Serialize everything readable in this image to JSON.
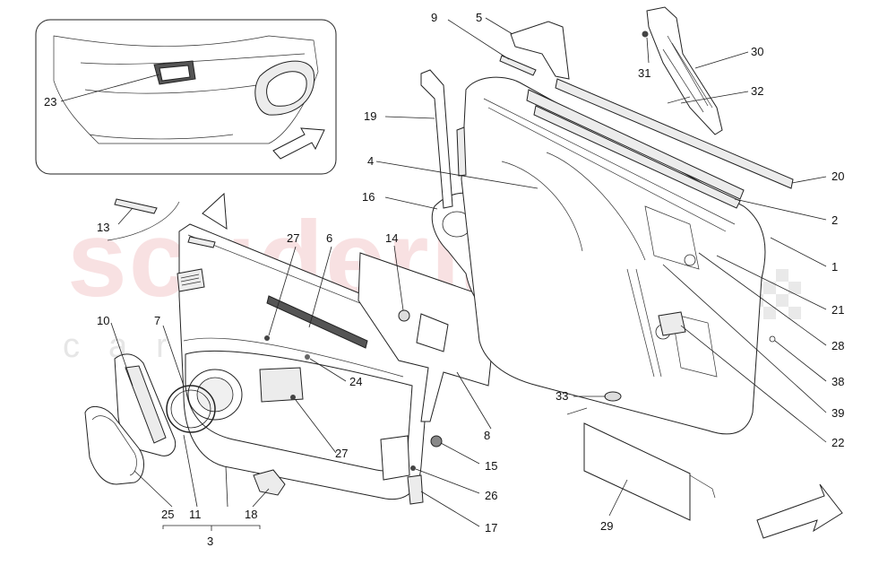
{
  "watermark": {
    "brand": "scuderia",
    "sub": "car parts"
  },
  "labels": [
    {
      "id": "1",
      "text": "1"
    },
    {
      "id": "2",
      "text": "2"
    },
    {
      "id": "3",
      "text": "3"
    },
    {
      "id": "4",
      "text": "4"
    },
    {
      "id": "5",
      "text": "5"
    },
    {
      "id": "6",
      "text": "6"
    },
    {
      "id": "7",
      "text": "7"
    },
    {
      "id": "8",
      "text": "8"
    },
    {
      "id": "9",
      "text": "9"
    },
    {
      "id": "10",
      "text": "10"
    },
    {
      "id": "11",
      "text": "11"
    },
    {
      "id": "13",
      "text": "13"
    },
    {
      "id": "14",
      "text": "14"
    },
    {
      "id": "15",
      "text": "15"
    },
    {
      "id": "16",
      "text": "16"
    },
    {
      "id": "17",
      "text": "17"
    },
    {
      "id": "18",
      "text": "18"
    },
    {
      "id": "19",
      "text": "19"
    },
    {
      "id": "20",
      "text": "20"
    },
    {
      "id": "21",
      "text": "21"
    },
    {
      "id": "22",
      "text": "22"
    },
    {
      "id": "23",
      "text": "23"
    },
    {
      "id": "24",
      "text": "24"
    },
    {
      "id": "25",
      "text": "25"
    },
    {
      "id": "26",
      "text": "26"
    },
    {
      "id": "27a",
      "text": "27"
    },
    {
      "id": "27b",
      "text": "27"
    },
    {
      "id": "28",
      "text": "28"
    },
    {
      "id": "29",
      "text": "29"
    },
    {
      "id": "30",
      "text": "30"
    },
    {
      "id": "31",
      "text": "31"
    },
    {
      "id": "32",
      "text": "32"
    },
    {
      "id": "33",
      "text": "33"
    },
    {
      "id": "38",
      "text": "38"
    },
    {
      "id": "39",
      "text": "39"
    }
  ]
}
